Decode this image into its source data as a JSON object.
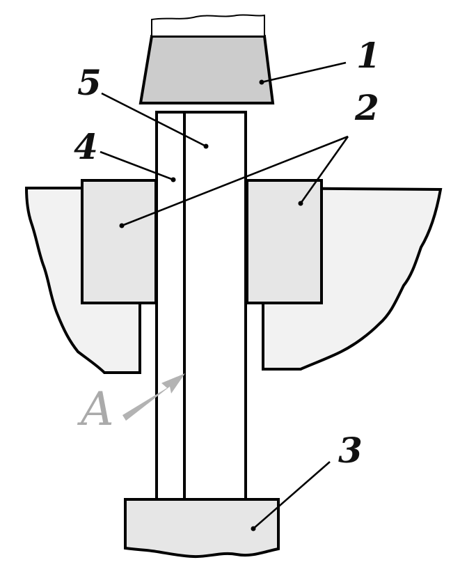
{
  "colors": {
    "base": "#f2f2f2",
    "punch": "#cccccc",
    "die": "#e6e6e6",
    "ejector": "#e6e6e6",
    "shaft": "#ffffff",
    "arrow": "#b3b3b3",
    "label_a": "#aaaaaa"
  },
  "labels": {
    "part_1": "1",
    "part_2": "2",
    "part_3": "3",
    "part_4": "4",
    "part_5": "5",
    "view_a": "A"
  }
}
